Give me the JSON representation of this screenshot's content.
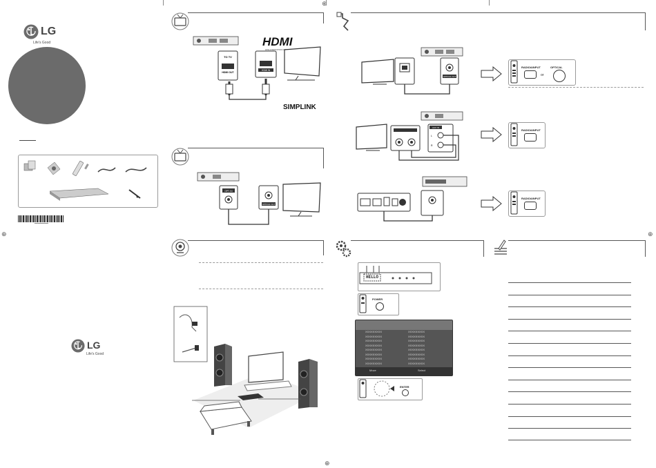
{
  "brand": {
    "logo_text": "LG",
    "tagline": "Life's Good"
  },
  "hdmi": {
    "logo": "HDMI",
    "logo_sub": "HIGH-DEFINITION MULTIMEDIA INTERFACE",
    "port_player": "HDMI OUT",
    "port_tv": "HDMI IN",
    "simplink": "SIMPLINK",
    "player_tag": "TO TV"
  },
  "optical": {
    "port_player": "OPT. IN",
    "port_tv": "OPTICAL OUT",
    "remote_label": "RADIO&INPUT",
    "or_text": "or",
    "optical_label": "OPTICAL"
  },
  "aux": {
    "port_player": "AUX IN",
    "l_label": "L",
    "r_label": "R",
    "remote_label": "RADIO&INPUT"
  },
  "portable": {
    "remote_label": "RADIO&INPUT"
  },
  "setup": {
    "display_text": "HELLO",
    "power_label": "POWER",
    "enter_label": "ENTER",
    "menu_footer_left": "Move",
    "menu_footer_right": "Select",
    "menu_item": "XXXXXXXXX"
  },
  "colors": {
    "circle_gray": "#6b6b6b",
    "line": "#555555"
  },
  "icons": [
    "tv-icon",
    "cable-icon",
    "speaker-icon",
    "gear-icon",
    "notes-icon"
  ]
}
